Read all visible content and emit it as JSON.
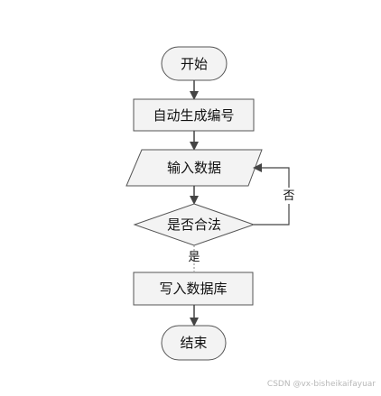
{
  "nodes": {
    "start": "开始",
    "generate_id": "自动生成编号",
    "input_data": "输入数据",
    "is_valid": "是否合法",
    "write_db": "写入数据库",
    "end": "结束"
  },
  "branches": {
    "no": "否",
    "yes": "是"
  },
  "watermark": "CSDN @vx-bisheikaifayuar",
  "colors": {
    "shape_fill": "#f3f3f3",
    "shape_stroke": "#555555",
    "arrow": "#444444",
    "dashed_line": "#8a8a8a",
    "text": "#111111",
    "watermark": "#b8b8b8"
  }
}
